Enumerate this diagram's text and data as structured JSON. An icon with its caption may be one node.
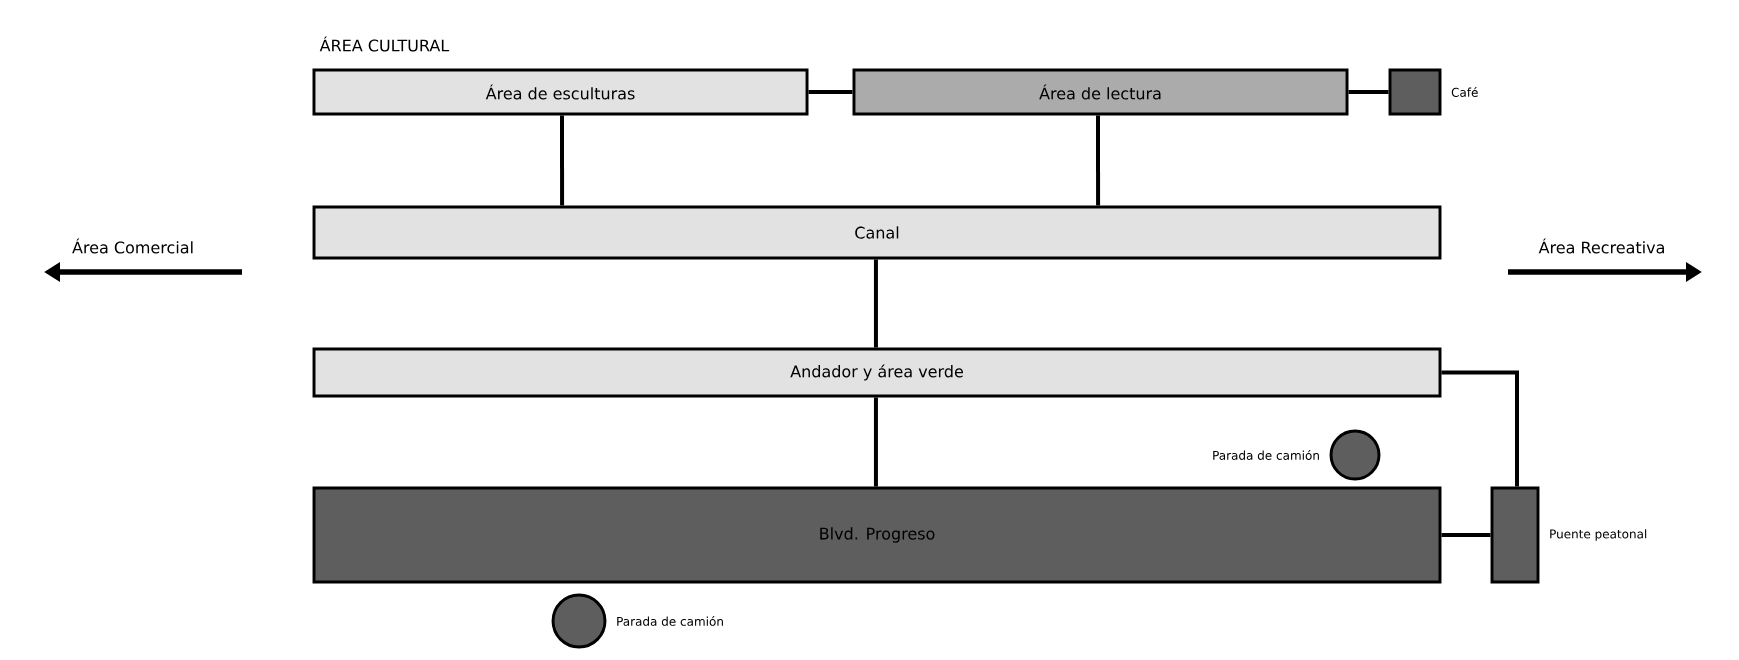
{
  "diagram": {
    "nodes": [
      {
        "text": [
          "Área de esculturas"
        ]
      },
      {
        "text": [
          "Área de lectura"
        ]
      },
      {
        "text": [],
        "shape": "box",
        "beside": [
          "Café"
        ]
      },
      {
        "text": [
          "Canal"
        ]
      },
      {
        "text": [
          "Andador y área verde"
        ]
      },
      {
        "text": [],
        "shape": "circle",
        "beside": [
          "Parada de camión"
        ]
      },
      {
        "text": [
          "Blvd. Progreso"
        ]
      },
      {
        "text": [],
        "shape": "box",
        "beside": [
          "Puente peatonal"
        ]
      },
      {
        "text": [],
        "shape": "circle",
        "beside": [
          "Parada de camión"
        ]
      }
    ],
    "edges": [
      {
        "from": 0,
        "to": 1,
        "arrow": "none"
      },
      {
        "from": 1,
        "to": 2,
        "arrow": "none"
      },
      {
        "from": 0,
        "to": 3,
        "arrow": "none"
      },
      {
        "from": 1,
        "to": 3,
        "arrow": "none"
      },
      {
        "from": 3,
        "to": 4,
        "arrow": "none"
      },
      {
        "from": 4,
        "to": 6,
        "arrow": "none"
      },
      {
        "from": 4,
        "to": 7,
        "arrow": "none"
      },
      {
        "from": 6,
        "to": 7,
        "arrow": "none"
      }
    ],
    "labels": [
      "ÁREA CULTURAL",
      "Área Comercial",
      "Área Recreativa"
    ]
  }
}
